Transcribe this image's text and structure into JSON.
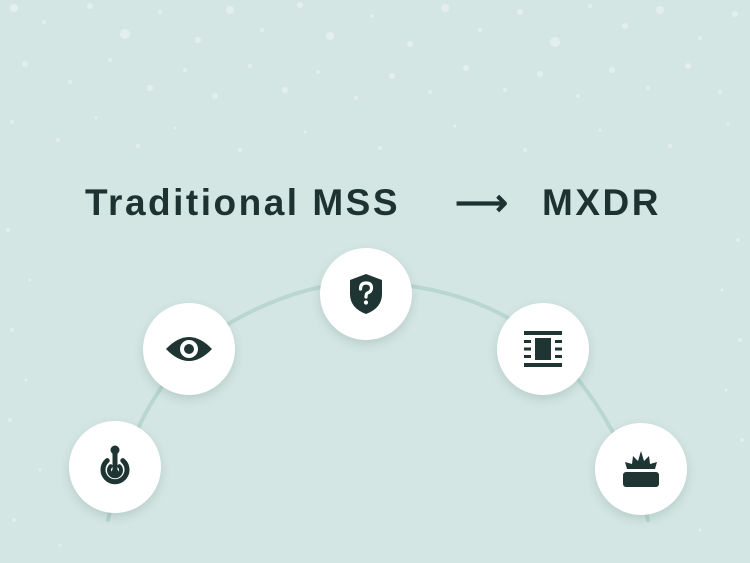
{
  "headline": {
    "left_text": "Traditional MSS",
    "arrow": "⟶",
    "right_text": "MXDR"
  },
  "colors": {
    "background": "#d4e6e3",
    "speckle": "#e6f1ef",
    "arc": "#b9d6d1",
    "icon": "#1f3533",
    "node_fill": "#ffffff",
    "text": "#1e3331"
  },
  "nodes": [
    {
      "id": "target",
      "icon": "radar-target-icon"
    },
    {
      "id": "visibility",
      "icon": "eye-icon"
    },
    {
      "id": "unknown-threat",
      "icon": "shield-question-icon"
    },
    {
      "id": "containment",
      "icon": "filter-frame-icon"
    },
    {
      "id": "breach",
      "icon": "explosion-box-icon"
    }
  ]
}
